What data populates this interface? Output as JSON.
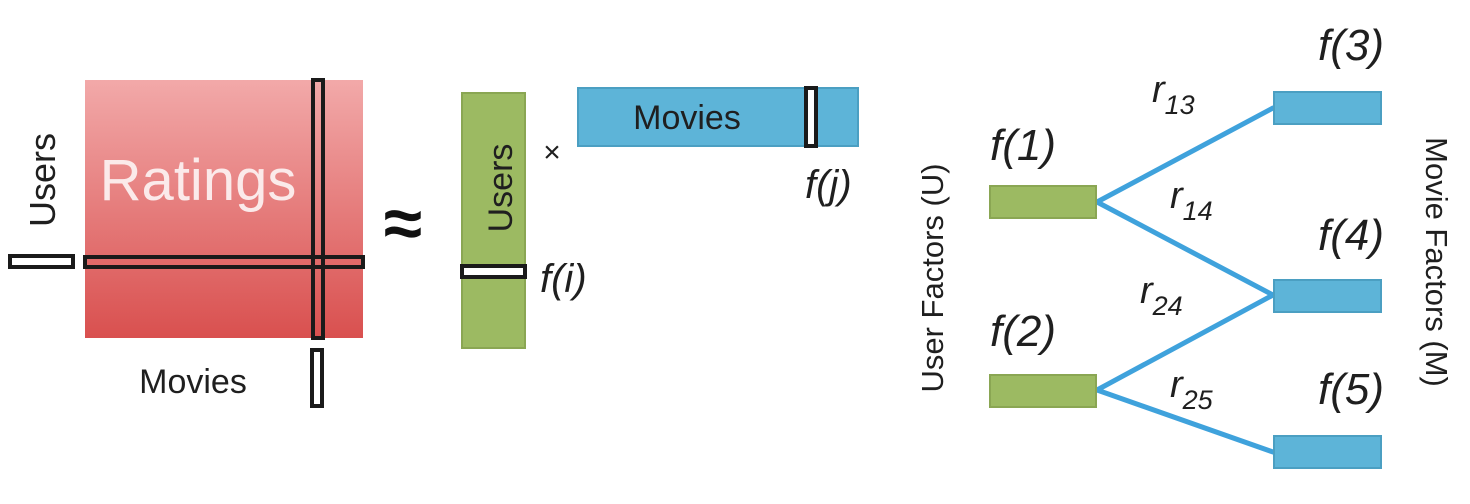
{
  "matrix": {
    "title": "Ratings",
    "row_axis_label": "Users",
    "col_axis_label": "Movies"
  },
  "approx_symbol": "≈",
  "factorization": {
    "users_label": "Users",
    "movies_label": "Movies",
    "times_symbol": "×",
    "user_vector_label": "f(i)",
    "movie_vector_label": "f(j)"
  },
  "graph": {
    "user_side_label": "User Factors (U)",
    "movie_side_label": "Movie Factors (M)",
    "user_nodes": [
      {
        "label": "f(1)"
      },
      {
        "label": "f(2)"
      }
    ],
    "movie_nodes": [
      {
        "label": "f(3)"
      },
      {
        "label": "f(4)"
      },
      {
        "label": "f(5)"
      }
    ],
    "edges": [
      {
        "base": "r",
        "sub": "13"
      },
      {
        "base": "r",
        "sub": "14"
      },
      {
        "base": "r",
        "sub": "24"
      },
      {
        "base": "r",
        "sub": "25"
      }
    ]
  },
  "colors": {
    "ratings_matrix": "#e06a6a",
    "user_factors": "#9cba62",
    "movie_factors": "#5db4d8",
    "edges": "#3fa2dc"
  }
}
